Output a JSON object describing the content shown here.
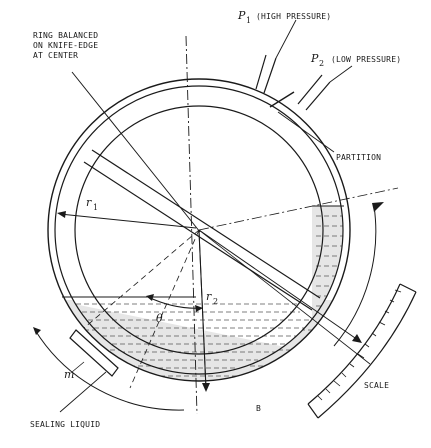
{
  "labels": {
    "ring_note_line1": "RING BALANCED",
    "ring_note_line2": "ON KNIFE-EDGE",
    "ring_note_line3": "AT CENTER",
    "p1_symbol": "P",
    "p1_sub": "1",
    "p1_desc": "(HIGH PRESSURE)",
    "p2_symbol": "P",
    "p2_sub": "2",
    "p2_desc": "(LOW PRESSURE)",
    "partition": "PARTITION",
    "r1_symbol": "r",
    "r1_sub": "1",
    "r2_symbol": "r",
    "r2_sub": "2",
    "theta": "θ",
    "m": "m",
    "scale": "SCALE",
    "sealing_liquid": "SEALING LIQUID",
    "b": "B"
  }
}
